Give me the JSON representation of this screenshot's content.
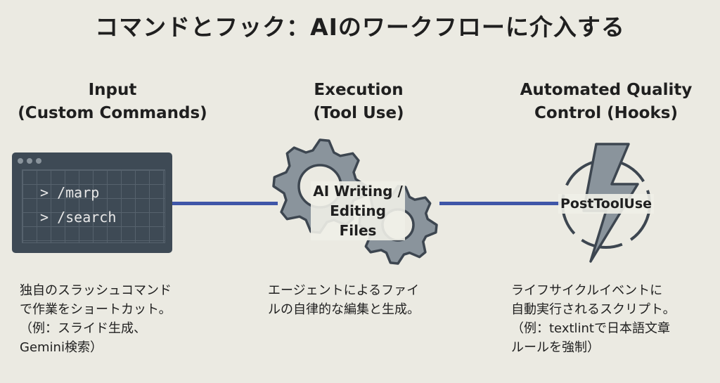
{
  "title": "コマンドとフック：AIのワークフローに介入する",
  "columns": [
    {
      "heading": [
        "Input",
        "(Custom Commands)"
      ],
      "commands": [
        "> /marp",
        "> /search"
      ],
      "description": "独自のスラッシュコマンド\nで作業をショートカット。\n（例：スライド生成、\nGemini検索）"
    },
    {
      "heading": [
        "Execution",
        "(Tool Use)"
      ],
      "label": [
        "AI Writing /",
        "Editing Files"
      ],
      "description": "エージェントによるファイ\nルの自律的な編集と生成。"
    },
    {
      "heading": [
        "Automated Quality",
        "Control (Hooks)"
      ],
      "label": "PostToolUse",
      "description": "ライフサイクルイベントに\n自動実行されるスクリプト。\n（例：textlintで日本語文章\nルールを強制）"
    }
  ],
  "colors": {
    "connector": "#3f56a8",
    "terminal": "#3e4a55",
    "icon_fill": "#8a949c",
    "icon_stroke": "#3d4650"
  }
}
